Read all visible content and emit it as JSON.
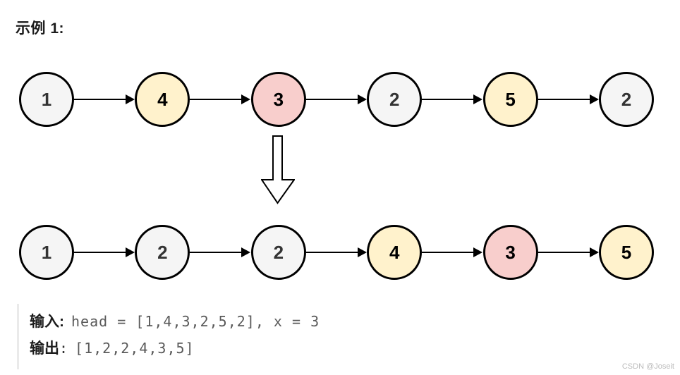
{
  "title": "示例 1:",
  "colors": {
    "gray_fill": "#f5f5f5",
    "yellow_fill": "#fff2cc",
    "pink_fill": "#f8cecc",
    "node_border": "#000000",
    "gray_text": "#333333",
    "colored_text": "#000000",
    "arrow": "#000000",
    "label_text": "#1c1c1c",
    "code_text": "#595959",
    "quote_border": "#eaeaea",
    "watermark_text": "#bcbcbc"
  },
  "diagram": {
    "before_list": [
      {
        "value": "1",
        "color": "gray"
      },
      {
        "value": "4",
        "color": "yellow"
      },
      {
        "value": "3",
        "color": "pink"
      },
      {
        "value": "2",
        "color": "gray"
      },
      {
        "value": "5",
        "color": "yellow"
      },
      {
        "value": "2",
        "color": "gray"
      }
    ],
    "after_list": [
      {
        "value": "1",
        "color": "gray"
      },
      {
        "value": "2",
        "color": "gray"
      },
      {
        "value": "2",
        "color": "gray"
      },
      {
        "value": "4",
        "color": "yellow"
      },
      {
        "value": "3",
        "color": "pink"
      },
      {
        "value": "5",
        "color": "yellow"
      }
    ],
    "transform_icon": "down-arrow"
  },
  "io_block": {
    "input_label": "输入:",
    "input_value": "head = [1,4,3,2,5,2], x = 3",
    "output_label": "输出",
    "output_colon": ":",
    "output_value": "[1,2,2,4,3,5]"
  },
  "watermark": "CSDN @Joseit"
}
